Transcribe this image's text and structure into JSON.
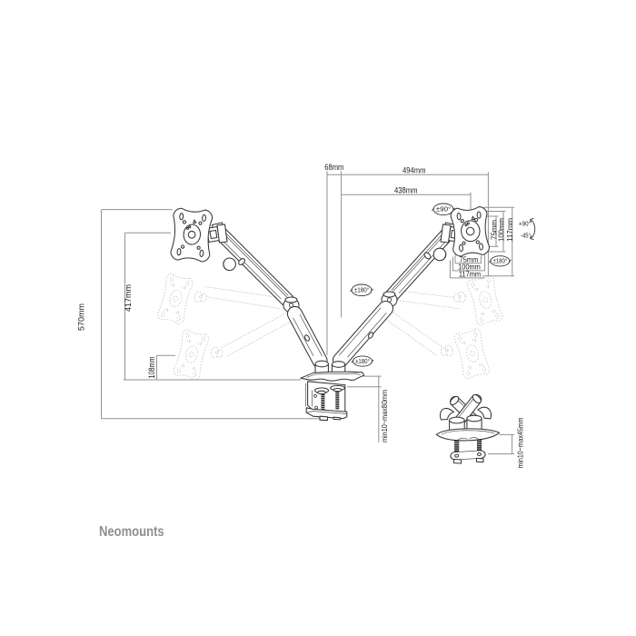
{
  "page": {
    "background": "#ffffff"
  },
  "brand": {
    "logo_text": "Neomounts"
  },
  "drawing": {
    "subject": "dual-monitor-arm-desk-mount-dimension-diagram",
    "line_color": "#3c3c3c",
    "dimension_line_color": "#919191",
    "ghost_color": "#c9c9c9",
    "label_color": "#1c1c1c",
    "logo_color": "#8a8a8a"
  },
  "dimensions": {
    "pole_offset": "68mm",
    "max_reach": "494mm",
    "arm_reach": "438mm",
    "max_height": "570mm",
    "arm_height": "417mm",
    "min_height": "108mm",
    "vesa_width_75": "75mm",
    "vesa_width_100": "100mm",
    "vesa_width_117": "117mm",
    "vesa_height_75": "75mm",
    "vesa_height_100": "100mm",
    "vesa_height_117": "117mm",
    "clamp_thickness": "min10~max80mm",
    "grommet_thickness": "min10~max45mm"
  },
  "rotations": {
    "head_swivel": "±90°",
    "tilt_up": "+90°",
    "tilt_down": "-45°",
    "elbow_rotation": "±180°",
    "base_rotation": "±180°",
    "head_rotation": "±180°"
  }
}
